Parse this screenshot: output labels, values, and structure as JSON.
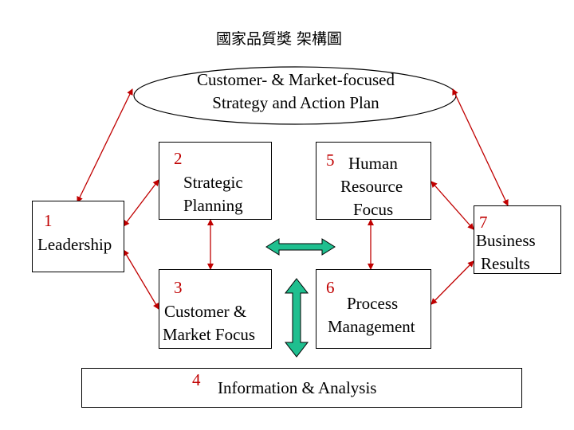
{
  "title": "國家品質獎 架構圖",
  "strategy": {
    "line1": "Customer- & Market-focused",
    "line2": "Strategy and Action Plan"
  },
  "nodes": {
    "leadership": {
      "number": "1",
      "label": "Leadership"
    },
    "strategic_planning": {
      "number": "2",
      "line1": "Strategic",
      "line2": "Planning"
    },
    "customer_market_focus": {
      "number": "3",
      "line1": "Customer &",
      "line2": "Market Focus"
    },
    "information_analysis": {
      "number": "4",
      "label": "Information & Analysis"
    },
    "human_resource_focus": {
      "number": "5",
      "line1": "Human",
      "line2": "Resource",
      "line3": "Focus"
    },
    "process_management": {
      "number": "6",
      "line1": "Process",
      "line2": "Management"
    },
    "business_results": {
      "number": "7",
      "line1": "Business",
      "line2": "Results"
    }
  },
  "colors": {
    "link_red": "#c00000",
    "arrow_green": "#1fbf8f",
    "number_red": "#c00000"
  }
}
